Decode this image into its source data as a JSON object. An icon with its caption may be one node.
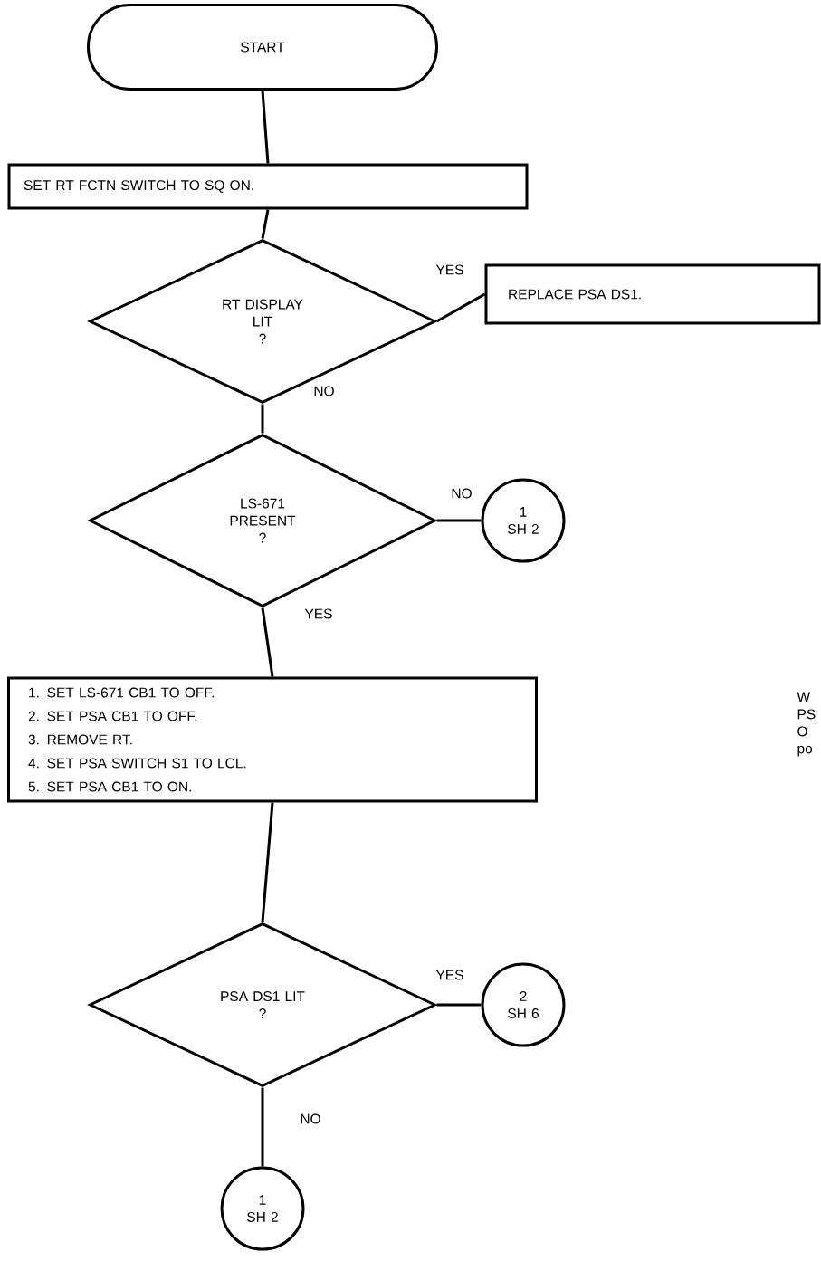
{
  "diagram": {
    "nodes": [
      {
        "text": [
          "START"
        ]
      },
      {
        "text": [
          "SET RT FCTN SWITCH TO SQ ON."
        ]
      },
      {
        "text": [
          "RT DISPLAY LIT",
          "?"
        ]
      },
      {
        "text": [
          "REPLACE PSA DS1."
        ]
      },
      {
        "text": [
          "LS-671 PRESENT",
          "?"
        ]
      },
      {
        "text": [
          "1",
          "SH 2"
        ]
      },
      {
        "text": [
          "1. SET LS-671 CB1 TO OFF.",
          "2. SET PSA CB1 TO OFF.",
          "3. REMOVE RT.",
          "4. SET PSA SWITCH S1 TO LCL.",
          "5. SET PSA CB1 TO ON."
        ]
      },
      {
        "text": [
          "PSA DS1 LIT",
          "?"
        ]
      },
      {
        "text": [
          "2",
          "SH 6"
        ]
      },
      {
        "text": [
          "1",
          "SH 2"
        ]
      }
    ],
    "edges": [
      {
        "from": 0,
        "to": 1,
        "arrow": "none"
      },
      {
        "from": 1,
        "to": 2,
        "arrow": "none"
      },
      {
        "from": 2,
        "to": 3,
        "arrow": "none",
        "label": "YES"
      },
      {
        "from": 2,
        "to": 4,
        "arrow": "none",
        "label": "NO"
      },
      {
        "from": 4,
        "to": 5,
        "arrow": "none",
        "label": "NO"
      },
      {
        "from": 4,
        "to": 6,
        "arrow": "none",
        "label": "YES"
      },
      {
        "from": 6,
        "to": 7,
        "arrow": "none"
      },
      {
        "from": 7,
        "to": 8,
        "arrow": "none",
        "label": "YES"
      },
      {
        "from": 7,
        "to": 9,
        "arrow": "none",
        "label": "NO"
      }
    ],
    "labels": [
      "W PS O po"
    ]
  }
}
